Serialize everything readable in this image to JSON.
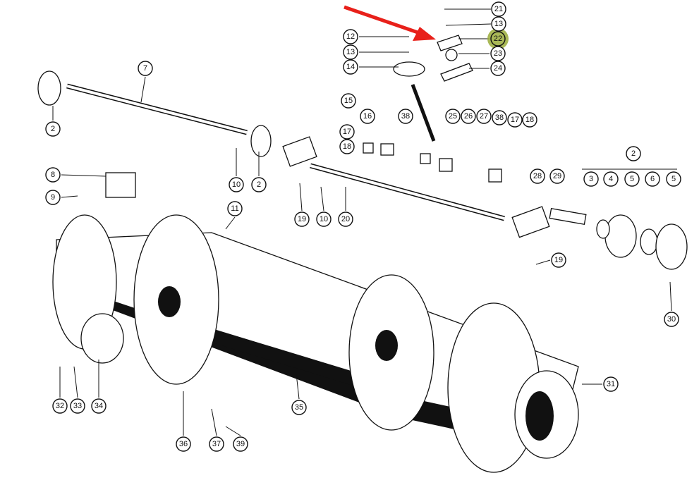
{
  "diagram": {
    "highlight_color": "#9aab3a",
    "arrow_color": "#e8201a",
    "highlighted_callout": "22",
    "callouts": [
      "21",
      "13",
      "22",
      "23",
      "24",
      "12",
      "13",
      "14",
      "7",
      "2",
      "15",
      "16",
      "17",
      "18",
      "38",
      "25",
      "26",
      "27",
      "38",
      "17",
      "18",
      "10",
      "2",
      "8",
      "9",
      "2",
      "3",
      "4",
      "5",
      "6",
      "5",
      "28",
      "29",
      "19",
      "10",
      "20",
      "11",
      "19",
      "30",
      "31",
      "32",
      "33",
      "34",
      "35",
      "36",
      "37",
      "39"
    ]
  }
}
